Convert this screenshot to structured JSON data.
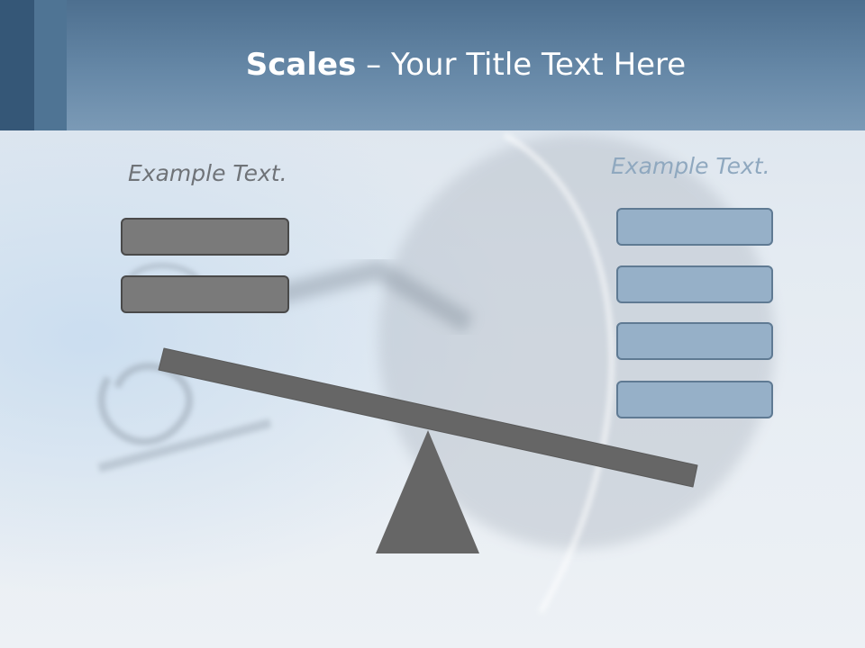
{
  "slide": {
    "title_bold": "Scales",
    "title_rest": " – Your Title Text Here"
  },
  "left_panel": {
    "label": "Example Text.",
    "label_color": "#6f7378",
    "box_count": 2,
    "box_color": "#7a7a7a"
  },
  "right_panel": {
    "label": "Example Text.",
    "label_color": "#8fa8bf",
    "box_count": 4,
    "box_color": "#96b0c8"
  },
  "colors": {
    "header": "#6688a7",
    "header_dark": "#355777",
    "seesaw": "#666666"
  }
}
